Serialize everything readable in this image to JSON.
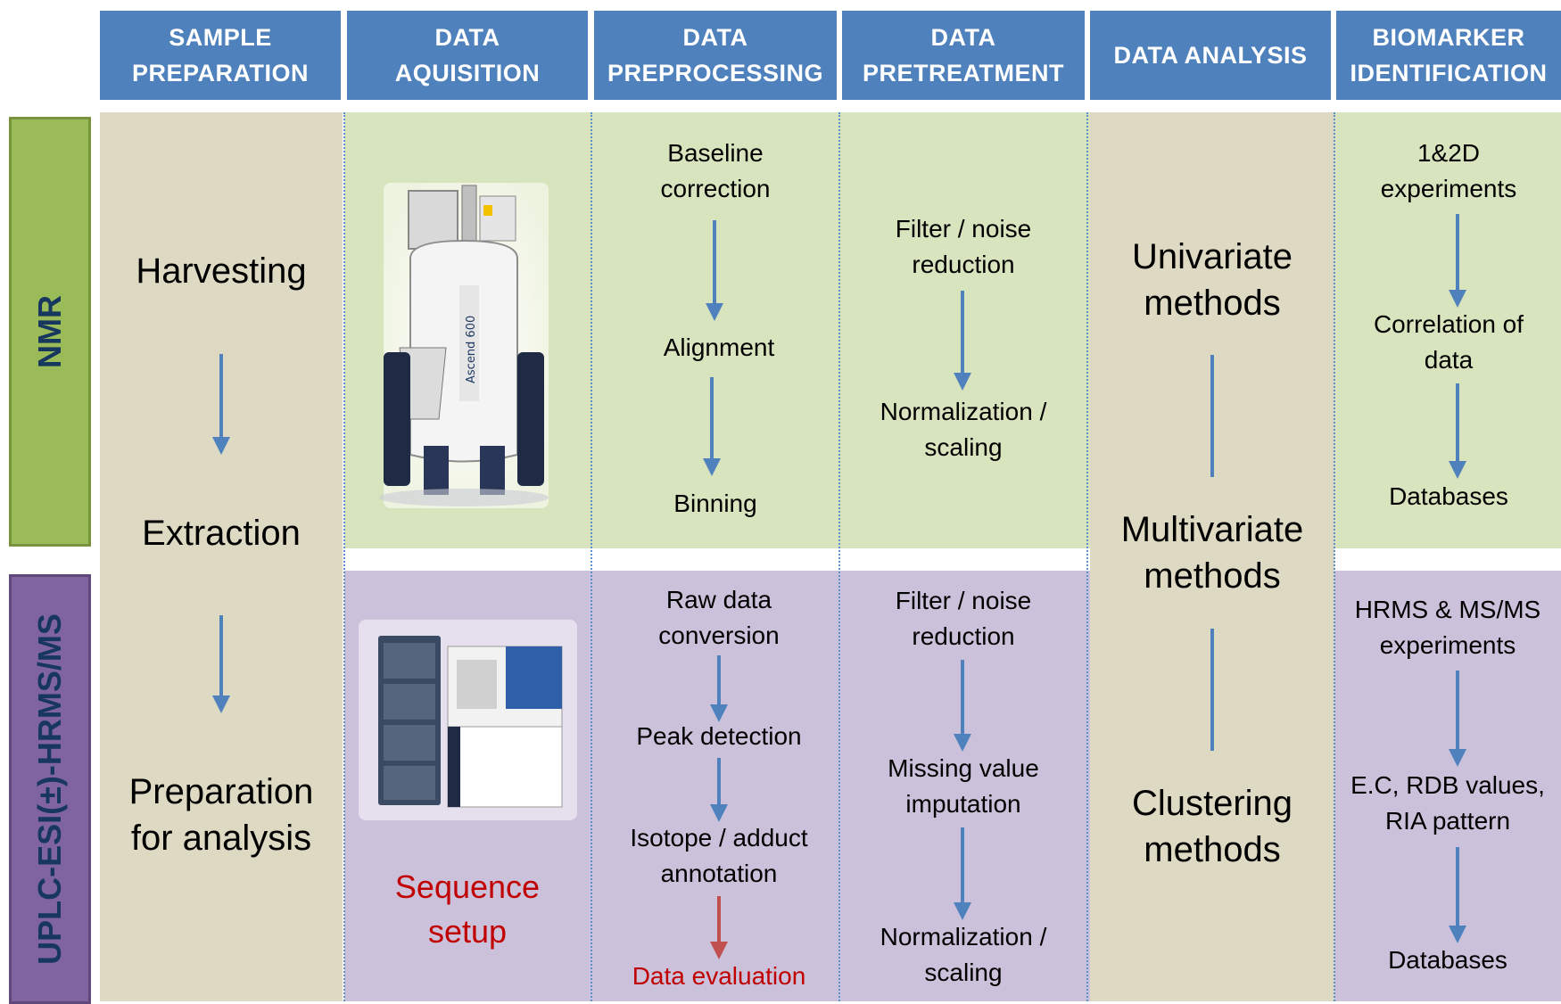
{
  "headers": [
    {
      "label": "SAMPLE\nPREPARATION"
    },
    {
      "label": "DATA\nAQUISITION"
    },
    {
      "label": "DATA\nPREPROCESSING"
    },
    {
      "label": "DATA\nPRETREATMENT"
    },
    {
      "label": "DATA ANALYSIS"
    },
    {
      "label": "BIOMARKER\nIDENTIFICATION"
    }
  ],
  "rows": {
    "nmr": {
      "label": "NMR",
      "color": "#9bbb59",
      "text_color": "#17375e"
    },
    "ms": {
      "label": "UPLC-ESI(±)-HRMS/MS",
      "color": "#8064a2",
      "text_color": "#17375e"
    }
  },
  "sample_preparation": {
    "step1": "Harvesting",
    "step2": "Extraction",
    "step3": "Preparation\nfor analysis"
  },
  "data_aquisition": {
    "nmr_instrument_icon": "nmr-spectrometer",
    "ms_instrument_icon": "uplc-hrms-system",
    "ms_note": "Sequence\nsetup"
  },
  "nmr_preprocessing": [
    "Baseline\ncorrection",
    "Alignment",
    "Binning"
  ],
  "nmr_pretreatment": [
    "Filter / noise\nreduction",
    "Normalization /\nscaling"
  ],
  "nmr_identification": [
    "1&2D\nexperiments",
    "Correlation of\ndata",
    "Databases"
  ],
  "ms_preprocessing": [
    "Raw data\nconversion",
    "Peak detection",
    "Isotope / adduct\nannotation",
    "Data evaluation"
  ],
  "ms_pretreatment": [
    "Filter / noise\nreduction",
    "Missing value\nimputation",
    "Normalization /\nscaling"
  ],
  "ms_identification": [
    "HRMS & MS/MS\nexperiments",
    "E.C, RDB values,\nRIA pattern",
    "Databases"
  ],
  "data_analysis": [
    "Univariate\nmethods",
    "Multivariate\nmethods",
    "Clustering\nmethods"
  ],
  "colors": {
    "header_blue": "#4f81bd",
    "arrow_blue": "#4f81bd",
    "arrow_red": "#c0504d",
    "highlight_red": "#c00000",
    "tan": "#ddd9c3",
    "green": "#d7e4bd",
    "purple": "#ccc1da"
  }
}
